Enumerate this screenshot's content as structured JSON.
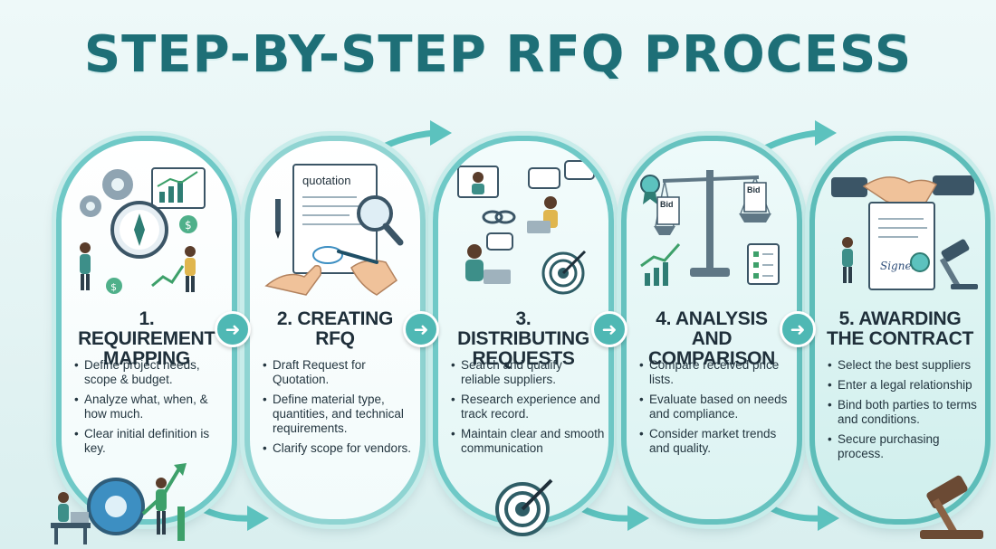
{
  "title": "STEP-BY-STEP RFQ PROCESS",
  "colors": {
    "teal": "#4fb8b4",
    "title": "#1e6f77",
    "dark": "#1f2f3a",
    "accent_green": "#3da06a"
  },
  "steps": [
    {
      "heading_line1": "1. REQUIREMENT",
      "heading_line2": "MAPPING",
      "bullets": [
        "Define project needs, scope & budget.",
        "Analyze what, when, & how much.",
        "Clear initial definition is key."
      ],
      "icons": [
        "gears-icon",
        "compass-icon",
        "growth-chart-icon",
        "money-icon",
        "people-icon"
      ]
    },
    {
      "heading_line1": "2. CREATING",
      "heading_line2": "RFQ",
      "document_label": "quotation",
      "bullets": [
        "Draft Request for Quotation.",
        "Define material type, quantities, and technical requirements.",
        "Clarify scope for vendors."
      ],
      "icons": [
        "document-icon",
        "magnifier-icon",
        "pen-icon",
        "hand-icon"
      ]
    },
    {
      "heading_line1": "3. DISTRIBUTING",
      "heading_line2": "REQUESTS",
      "bullets": [
        "Search and qualify reliable suppliers.",
        "Research experience and track record.",
        "Maintain clear and smooth communication"
      ],
      "icons": [
        "laptop-user-icon",
        "chat-bubble-icon",
        "target-icon",
        "handshake-chain-icon"
      ]
    },
    {
      "heading_line1": "4. ANALYSIS AND",
      "heading_line2": "COMPARISON",
      "bid_label_1": "Bid",
      "bid_label_2": "Bid",
      "bullets": [
        "Compare received price lists.",
        "Evaluate based on needs and compliance.",
        "Consider market trends and quality."
      ],
      "icons": [
        "balance-scale-icon",
        "bid-document-icon",
        "checklist-icon",
        "bar-chart-icon",
        "award-icon"
      ]
    },
    {
      "heading_line1": "5. AWARDING",
      "heading_line2": "THE CONTRACT",
      "signature_label": "Signed",
      "bullets": [
        "Select the best suppliers",
        "Enter a legal relationship",
        "Bind both parties to terms and conditions.",
        "Secure purchasing process."
      ],
      "icons": [
        "handshake-icon",
        "contract-icon",
        "gavel-icon",
        "seal-icon"
      ]
    }
  ],
  "connector_icon": "arrow-right-icon"
}
